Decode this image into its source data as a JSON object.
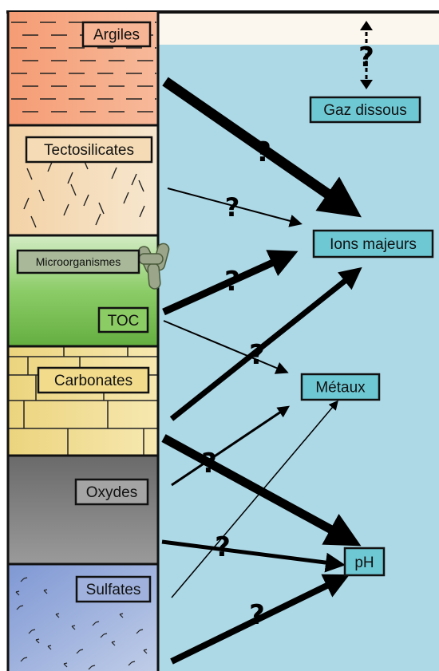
{
  "layers": [
    {
      "label": "Argiles"
    },
    {
      "label": "Tectosilicates"
    },
    {
      "label": "Microorganismes"
    },
    {
      "label": "TOC"
    },
    {
      "label": "Carbonates"
    },
    {
      "label": "Oxydes"
    },
    {
      "label": "Sulfates"
    }
  ],
  "species": [
    {
      "label": "Gaz dissous"
    },
    {
      "label": "Ions majeurs"
    },
    {
      "label": "Métaux"
    },
    {
      "label": "pH"
    }
  ],
  "unknown_mark": "?",
  "colors": {
    "water": "#add8e6",
    "species_box": "#6ec8d4",
    "argiles": "#f5a27a",
    "tectosilicates": "#f5dcb4",
    "toc_green": "#6fb84a",
    "carbonates": "#f0dc8e",
    "oxydes": "#707070",
    "sulfates": "#8aa2d8"
  }
}
